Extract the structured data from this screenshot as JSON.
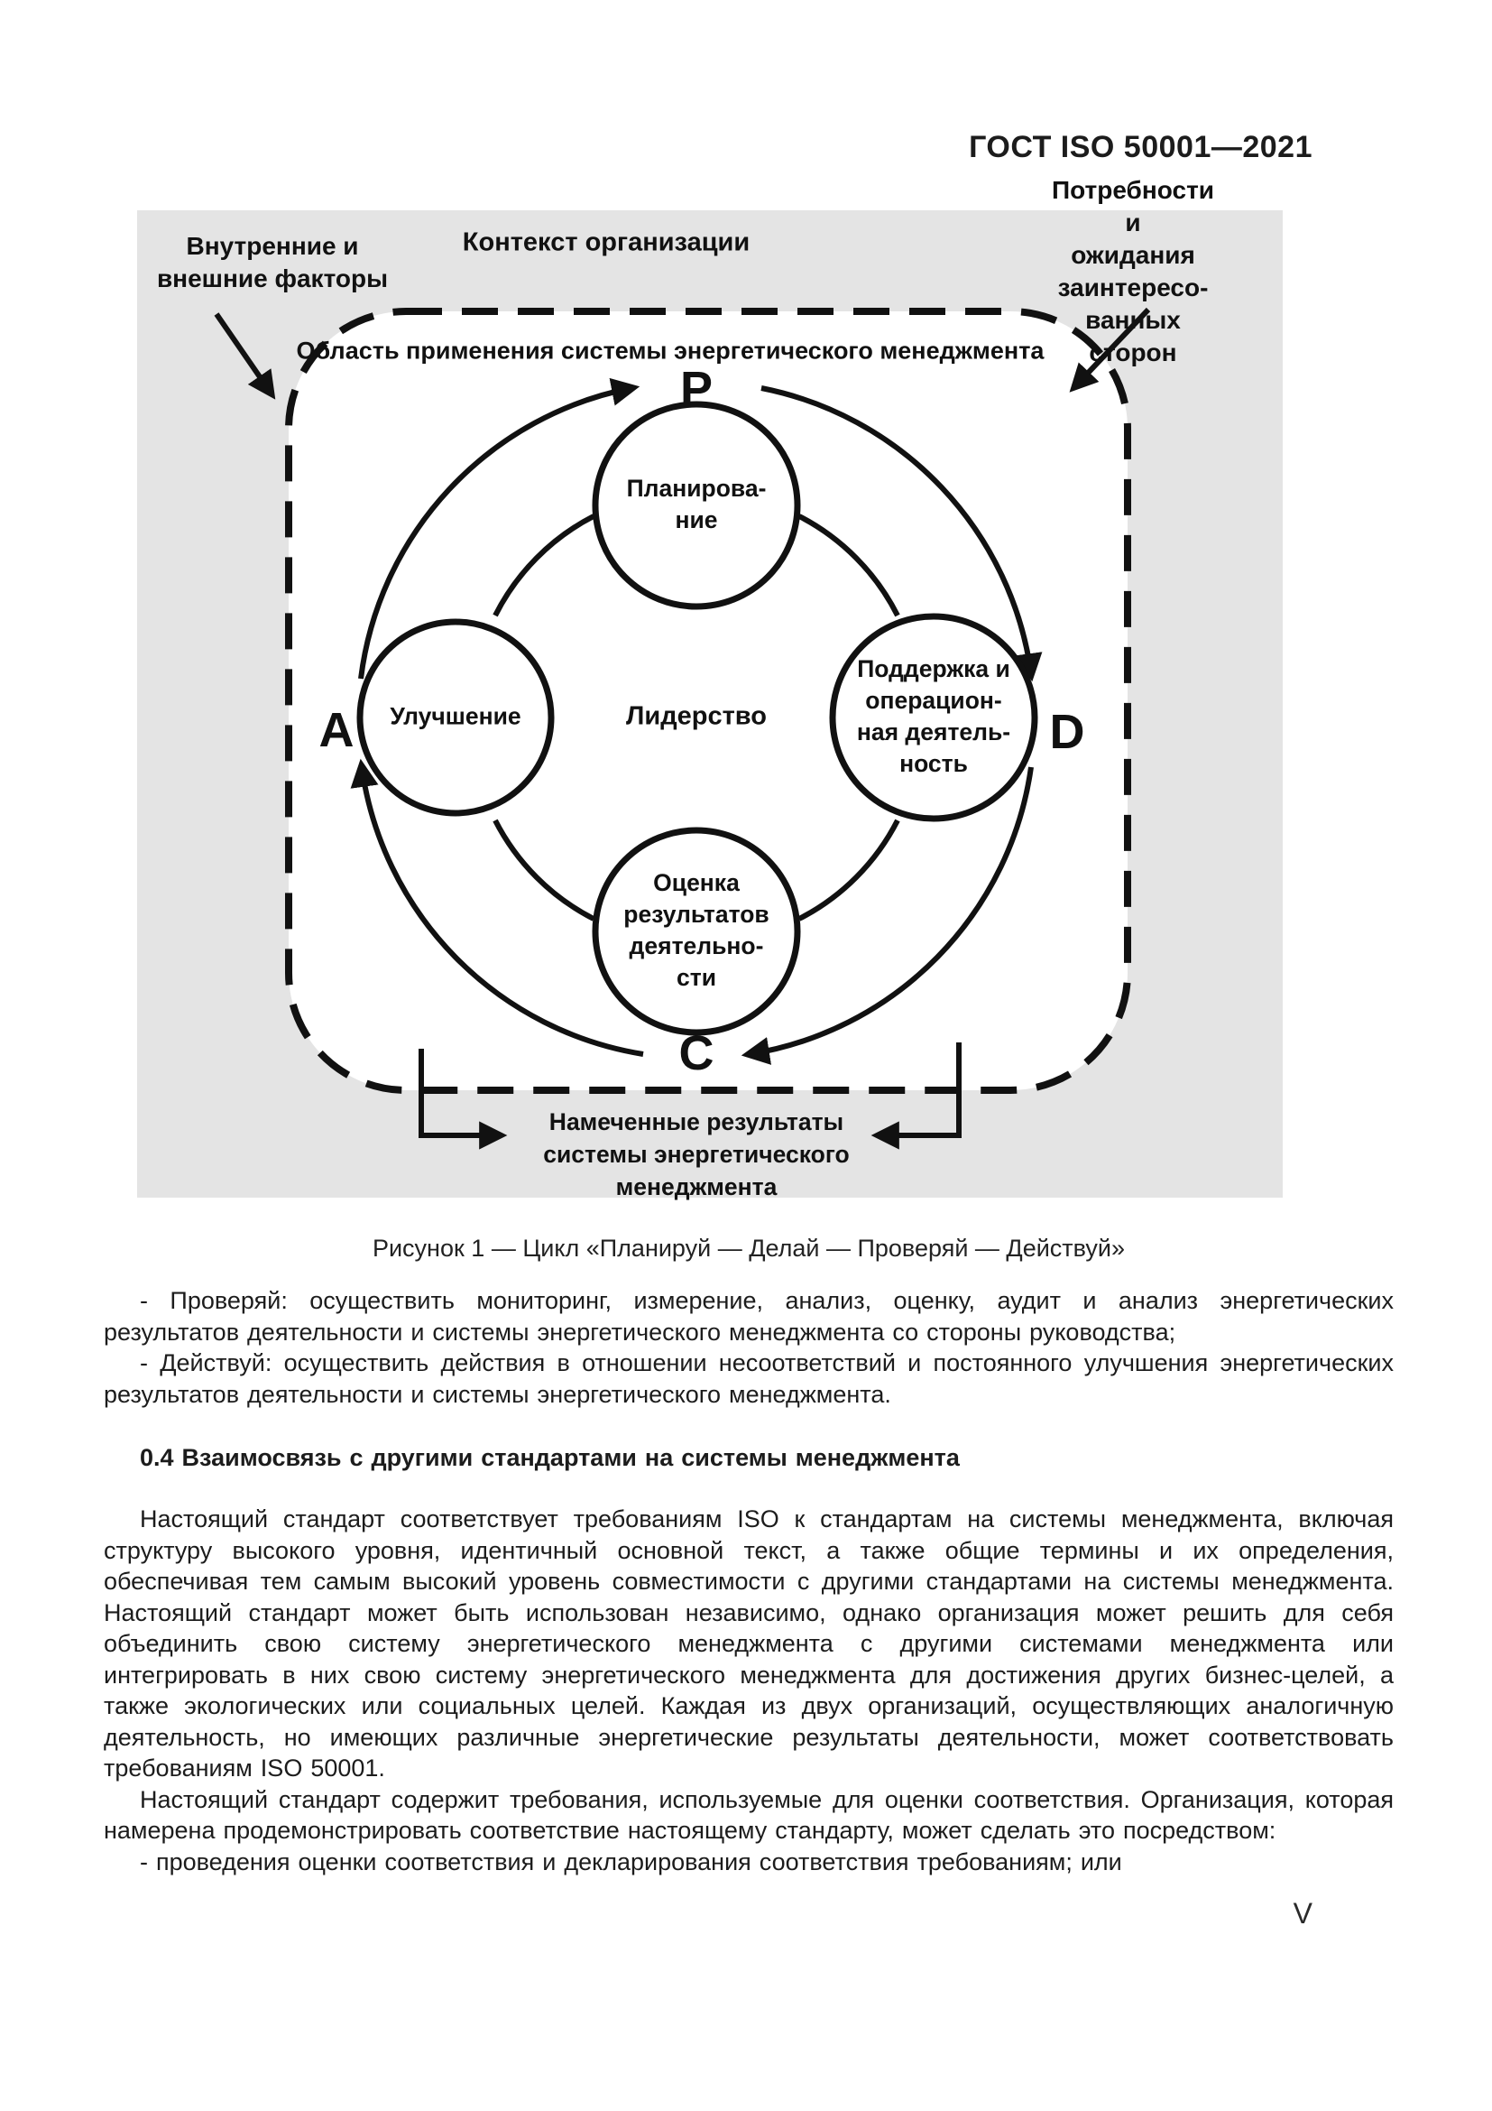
{
  "page": {
    "header": "ГОСТ ISO 50001—2021",
    "page_number": "V"
  },
  "figure": {
    "context_label": "Контекст организации",
    "internal_external_label": "Внутренние и\nвнешние факторы",
    "needs_label": "Потребности и\nожидания заинтересо-\nванных сторон",
    "scope_label": "Область применения системы энергетического менеджмента",
    "letters": {
      "plan": "P",
      "do": "D",
      "check": "C",
      "act": "A"
    },
    "nodes": {
      "planning": "Планирова-\nние",
      "support": "Поддержка и\nоперацион-\nная деятель-\nность",
      "evaluation": "Оценка\nрезультатов\nдеятельно-\nсти",
      "improvement": "Улучшение",
      "leadership": "Лидерство"
    },
    "outcomes_label": "Намеченные результаты\nсистемы энергетического\nменеджмента",
    "caption": "Рисунок 1 — Цикл «Планируй — Делай — Проверяй — Действуй»"
  },
  "body": {
    "para_check": "- Проверяй: осуществить мониторинг, измерение, анализ, оценку, аудит и анализ энергетических результатов деятельности и системы энергетического менеджмента со стороны руководства;",
    "para_act": "- Действуй: осуществить действия в отношении несоответствий и постоянного улучшения энергетических результатов деятельности и системы энергетического менеджмента.",
    "heading_04": "0.4 Взаимосвязь с другими стандартами на системы менеджмента",
    "para_relationship_1": "Настоящий стандарт соответствует требованиям ISO к стандартам на системы менеджмента, включая структуру высокого уровня, идентичный основной текст, а также общие термины и их определения, обеспечивая тем самым высокий уровень совместимости с другими стандартами на системы менеджмента. Настоящий стандарт может быть использован независимо, однако организация может решить для себя объединить свою систему энергетического менеджмента с другими системами менеджмента или интегрировать в них свою систему энергетического менеджмента для достижения других бизнес-целей, а также экологических или социальных целей. Каждая из двух организаций, осуществляющих аналогичную деятельность, но имеющих различные энергетические результаты деятельности, может соответствовать требованиям ISO 50001.",
    "para_relationship_2": "Настоящий стандарт содержит требования, используемые для оценки соответствия. Организация, которая намерена продемонстрировать соответствие настоящему стандарту, может сделать это посредством:",
    "list_item_assessment": "- проведения оценки соответствия и декларирования соответствия требованиям; или"
  }
}
